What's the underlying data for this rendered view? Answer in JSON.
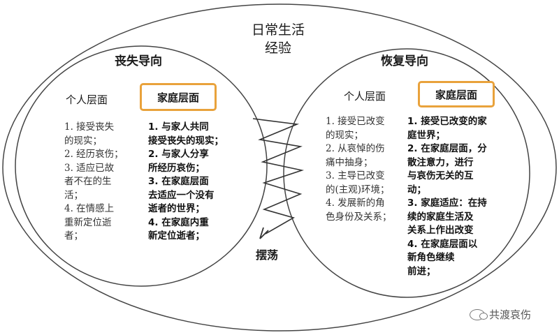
{
  "center_title": [
    "日常生活",
    "经验"
  ],
  "loss_orientation": {
    "heading": "丧失导向",
    "individual_label": "个人层面",
    "family_label": "家庭层面",
    "individual_items": [
      "1.  接受丧失",
      "的现实；",
      "2.  经历哀伤；",
      "3.  适应已故",
      "者不在的生",
      "活；",
      "4.  在情感上",
      "重新定位逝",
      "者；"
    ],
    "family_items": [
      "1.  与家人共同",
      "接受丧失的现实；",
      "2.  与家人分享",
      "所经历哀伤；",
      "3.  在家庭层面",
      "去适应一个没有",
      "逝者的世界；",
      "4.  在家庭内重",
      "新定位逝者；"
    ]
  },
  "restoration_orientation": {
    "heading": "恢复导向",
    "individual_label": "个人层面",
    "family_label": "家庭层面",
    "individual_items": [
      "1. 接受已改变",
      "的现实；",
      "2. 从哀悼的伤",
      "痛中抽身；",
      "3. 主导已改变",
      "的(主观)环境；",
      "4. 发展新的角",
      "色身份及关系；"
    ],
    "family_items": [
      "1.  接受已改变的家",
      "庭世界；",
      "2.  在家庭层面，分",
      "散注意力，进行",
      "与哀伤无关的互",
      "动；",
      "3.  家庭适应：在持",
      "续的家庭生活及",
      "关系上作出改变",
      "4.  在家庭层面以",
      "新角色继续",
      "前进；"
    ]
  },
  "oscillation_label": "摆荡",
  "watermark": "共渡哀伤",
  "colors": {
    "highlight_box": "#e9a23b",
    "line": "#444444"
  }
}
